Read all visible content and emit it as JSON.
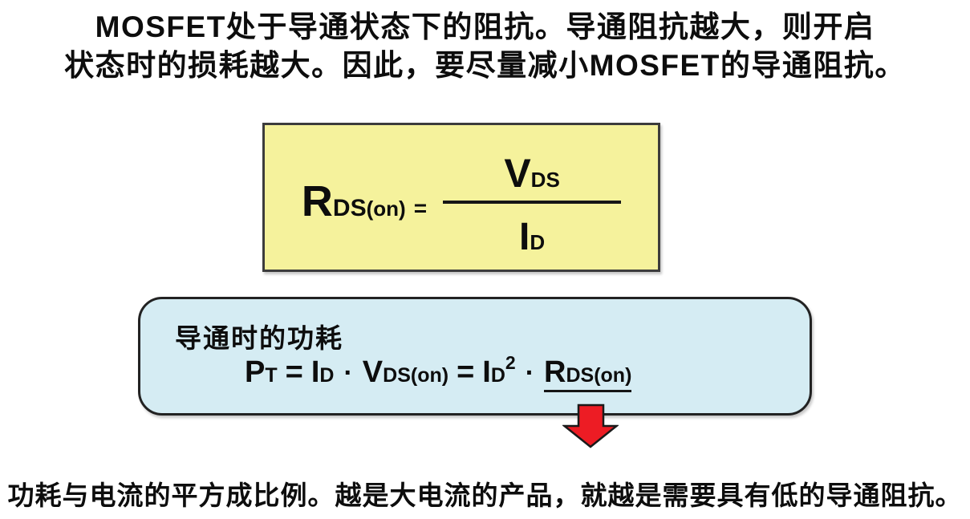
{
  "colors": {
    "page_bg": "#ffffff",
    "yellow_box_bg": "#f5f29c",
    "blue_box_bg": "#d5ecf3",
    "box_border_dark": "#222222",
    "arrow_red": "#ed1c24",
    "text_color": "#0d0d0d"
  },
  "intro": {
    "line1": "MOSFET处于导通状态下的阻抗。导通阻抗越大，则开启",
    "line2": "状态时的损耗越大。因此，要尽量减小MOSFET的导通阻抗。"
  },
  "rds_box": {
    "r_main": "R",
    "r_sub_ds": "DS",
    "r_sub_on": "(on)",
    "equals": "=",
    "num_main": "V",
    "num_sub": "DS",
    "den_main": "I",
    "den_sub": "D"
  },
  "power_box": {
    "title": "导通时的功耗",
    "formula": {
      "p_main": "P",
      "p_sub": "T",
      "eq1": "=",
      "i1_main": "I",
      "i1_sub": "D",
      "dot1": "·",
      "v_main": "V",
      "v_sub": "DS(on)",
      "eq2": "=",
      "i2_main": "I",
      "i2_sub": "D",
      "i2_sup": "2",
      "dot2": "·",
      "r_main": "R",
      "r_sub": "DS(on)"
    }
  },
  "arrow": {
    "icon": "red-down-arrow"
  },
  "conclusion": {
    "text": "功耗与电流的平方成比例。越是大电流的产品，就越是需要具有低的导通阻抗。"
  }
}
